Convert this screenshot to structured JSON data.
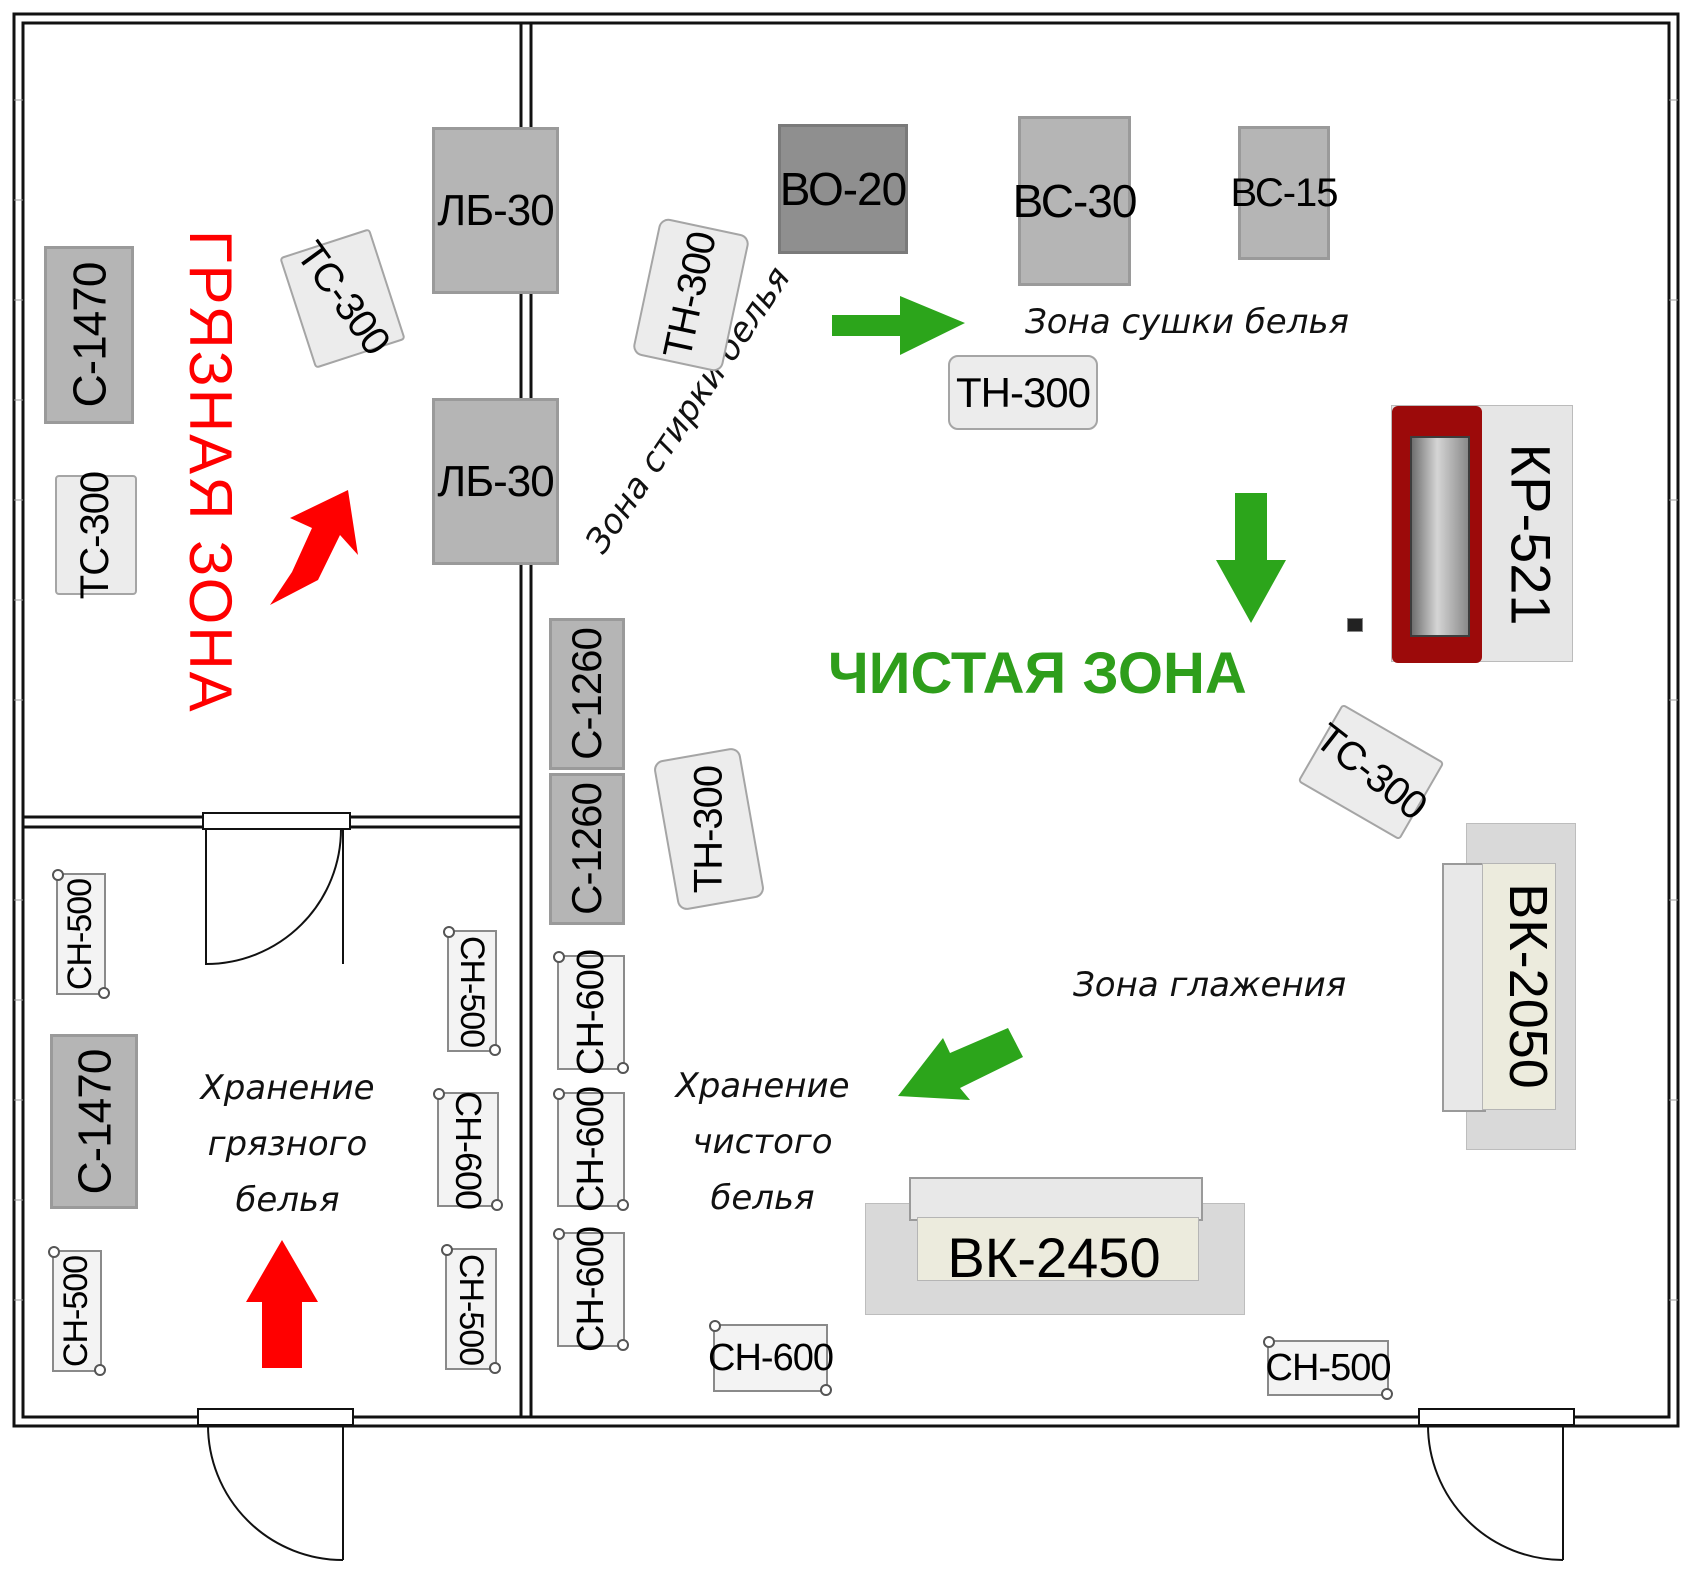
{
  "zones": {
    "dirty_zone": "ГРЯЗНАЯ ЗОНА",
    "clean_zone": "ЧИСТАЯ ЗОНА",
    "washing_zone": "Зона стирки белья",
    "drying_zone": "Зона сушки белья",
    "ironing_zone": "Зона глажения",
    "dirty_storage": [
      "Хранение",
      "грязного",
      "белья"
    ],
    "clean_storage": [
      "Хранение",
      "чистого",
      "белья"
    ]
  },
  "equipment": {
    "c1470_top": "С-1470",
    "tc300_left": "ТС-300",
    "tc300_rotated": "ТС-300",
    "lb30_top": "ЛБ-30",
    "lb30_bottom": "ЛБ-30",
    "tn300_wash": "ТН-300",
    "bo20": "ВО-20",
    "bc30": "ВС-30",
    "bc15": "ВС-15",
    "tn300_dry": "ТН-300",
    "kp521": "КР-521",
    "c1260_top": "С-1260",
    "c1260_bottom": "С-1260",
    "tn300_clean": "ТН-300",
    "tc300_clean": "ТС-300",
    "bk2050": "ВК-2050",
    "bk2450": "ВК-2450",
    "ch600_1": "СН-600",
    "ch600_2": "СН-600",
    "ch600_3": "СН-600",
    "ch600_bottom": "СН-600",
    "ch500_right": "СН-500",
    "ch500_l1": "СН-500",
    "c1470_bottom": "С-1470",
    "ch500_l2": "СН-500",
    "ch500_r1": "СН-500",
    "ch600_r2": "СН-600",
    "ch500_r3": "СН-500"
  },
  "colors": {
    "dirty": "#ff0000",
    "clean": "#2e9e1b",
    "kp521_body": "#9c0a0a"
  }
}
